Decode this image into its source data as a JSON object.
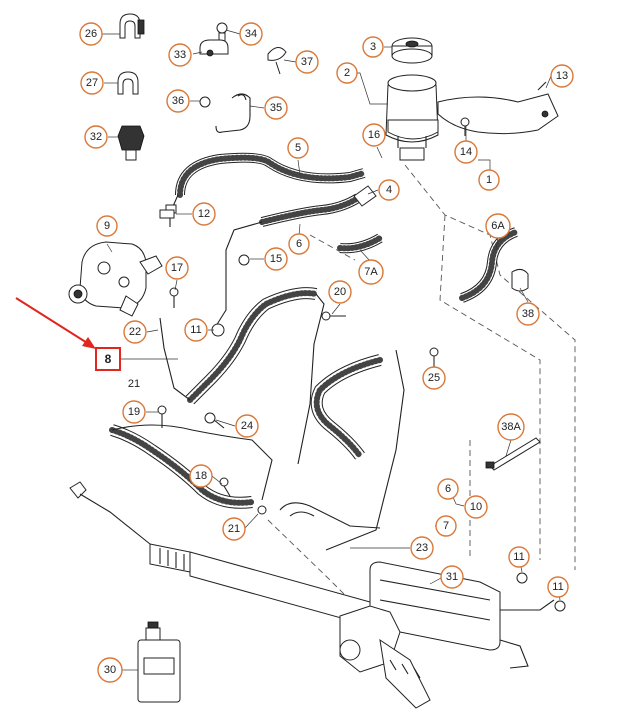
{
  "callouts": [
    {
      "id": "c26",
      "label": "26"
    },
    {
      "id": "c34",
      "label": "34"
    },
    {
      "id": "c33",
      "label": "33"
    },
    {
      "id": "c37",
      "label": "37"
    },
    {
      "id": "c27",
      "label": "27"
    },
    {
      "id": "c36",
      "label": "36"
    },
    {
      "id": "c35",
      "label": "35"
    },
    {
      "id": "c32",
      "label": "32"
    },
    {
      "id": "c3",
      "label": "3"
    },
    {
      "id": "c2",
      "label": "2"
    },
    {
      "id": "c13",
      "label": "13"
    },
    {
      "id": "c16",
      "label": "16"
    },
    {
      "id": "c14",
      "label": "14"
    },
    {
      "id": "c1",
      "label": "1"
    },
    {
      "id": "c5",
      "label": "5"
    },
    {
      "id": "c4",
      "label": "4"
    },
    {
      "id": "c9",
      "label": "9"
    },
    {
      "id": "c12",
      "label": "12"
    },
    {
      "id": "c6",
      "label": "6"
    },
    {
      "id": "c6a",
      "label": "6A"
    },
    {
      "id": "c7a",
      "label": "7A"
    },
    {
      "id": "c15",
      "label": "15"
    },
    {
      "id": "c17",
      "label": "17"
    },
    {
      "id": "c20",
      "label": "20"
    },
    {
      "id": "c38",
      "label": "38"
    },
    {
      "id": "c22",
      "label": "22"
    },
    {
      "id": "c11a",
      "label": "11"
    },
    {
      "id": "c25",
      "label": "25"
    },
    {
      "id": "c19",
      "label": "19"
    },
    {
      "id": "c24",
      "label": "24"
    },
    {
      "id": "c38a",
      "label": "38A"
    },
    {
      "id": "c18",
      "label": "18"
    },
    {
      "id": "c6b",
      "label": "6"
    },
    {
      "id": "c10",
      "label": "10"
    },
    {
      "id": "c7",
      "label": "7"
    },
    {
      "id": "c21b",
      "label": "21"
    },
    {
      "id": "c23",
      "label": "23"
    },
    {
      "id": "c11b",
      "label": "11"
    },
    {
      "id": "c31",
      "label": "31"
    },
    {
      "id": "c11c",
      "label": "11"
    },
    {
      "id": "c30",
      "label": "30"
    }
  ],
  "highlight": {
    "label": "8",
    "color": "#e0261f"
  },
  "plain_labels": [
    {
      "id": "c21a",
      "label": "21"
    }
  ],
  "colors": {
    "callout_ring": "#d9793a",
    "highlight_box": "#e0261f",
    "arrow": "#e0261f"
  }
}
